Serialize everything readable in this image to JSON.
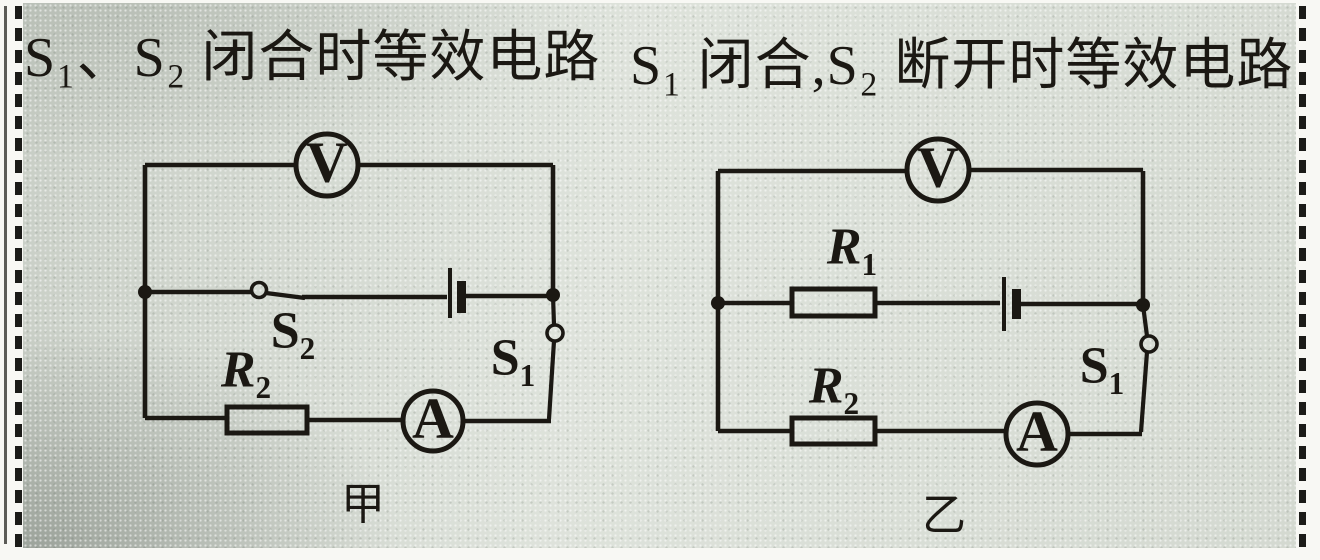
{
  "page": {
    "paper_color": "#d7dcd4",
    "ink_color": "#1b1813",
    "margin_color": "#f8f8f4"
  },
  "titles": {
    "left": "S₁、S₂ 闭合时等效电路",
    "right": "S₁ 闭合,S₂ 断开时等效电路"
  },
  "circuits": {
    "left": {
      "caption": "甲",
      "voltmeter_label": "V",
      "ammeter_label": "A",
      "branch_switch": {
        "sym": "S",
        "sub": "2"
      },
      "main_switch": {
        "sym": "S",
        "sub": "1"
      },
      "resistor": {
        "sym": "R",
        "sub": "2"
      }
    },
    "right": {
      "caption": "乙",
      "voltmeter_label": "V",
      "ammeter_label": "A",
      "main_switch": {
        "sym": "S",
        "sub": "1"
      },
      "resistor_top": {
        "sym": "R",
        "sub": "1"
      },
      "resistor_bottom": {
        "sym": "R",
        "sub": "2"
      }
    }
  }
}
